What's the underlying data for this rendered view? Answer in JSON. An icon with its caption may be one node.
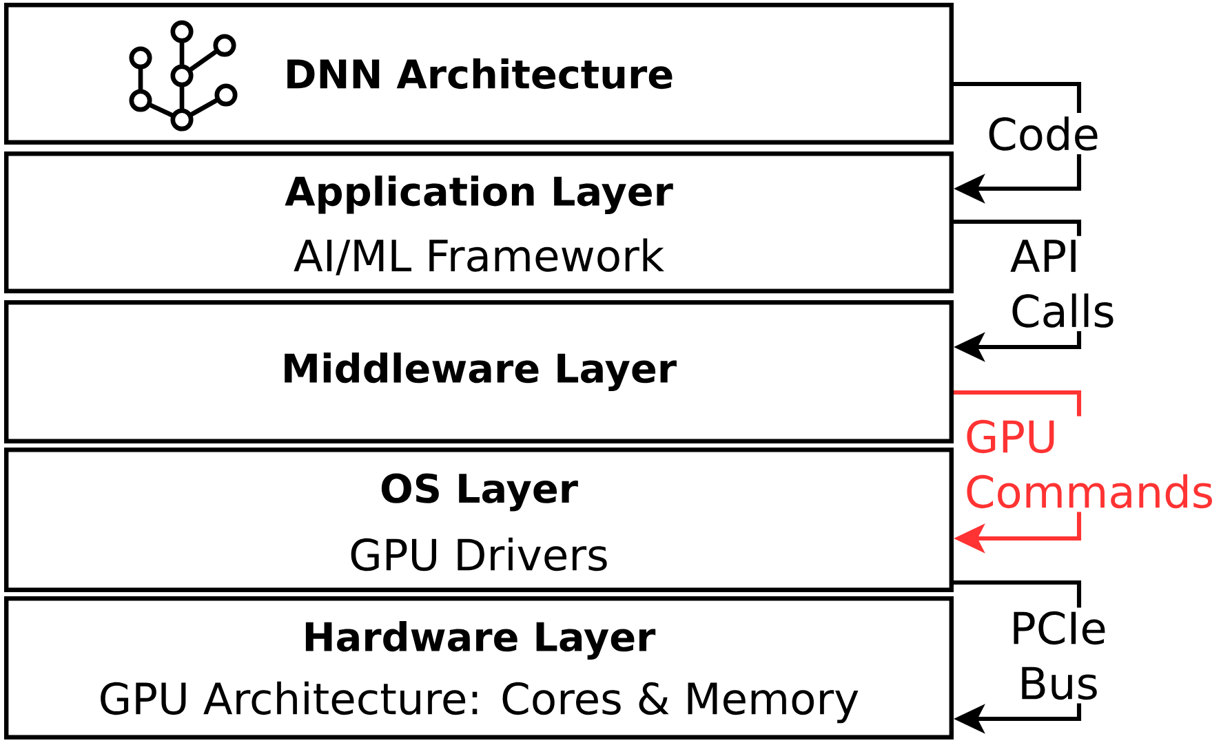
{
  "diagram": {
    "nodes": [
      {
        "text": [
          "DNN Architecture"
        ]
      },
      {
        "text": [
          "Application Layer",
          "AI/ML Framework"
        ]
      },
      {
        "text": [
          "Middleware Layer"
        ]
      },
      {
        "text": [
          "OS Layer",
          "GPU Drivers"
        ]
      },
      {
        "text": [
          "Hardware Layer",
          "GPU Architecture: Cores & Memory"
        ]
      }
    ],
    "edges": [
      {
        "from": 0,
        "to": 1,
        "arrow": "to",
        "label": "Code"
      },
      {
        "from": 1,
        "to": 2,
        "arrow": "to",
        "label": "API Calls"
      },
      {
        "from": 2,
        "to": 3,
        "arrow": "to",
        "label": "GPU Commands",
        "color": "#ff3333"
      },
      {
        "from": 3,
        "to": 4,
        "arrow": "to",
        "label": "PCIe Bus"
      }
    ]
  }
}
